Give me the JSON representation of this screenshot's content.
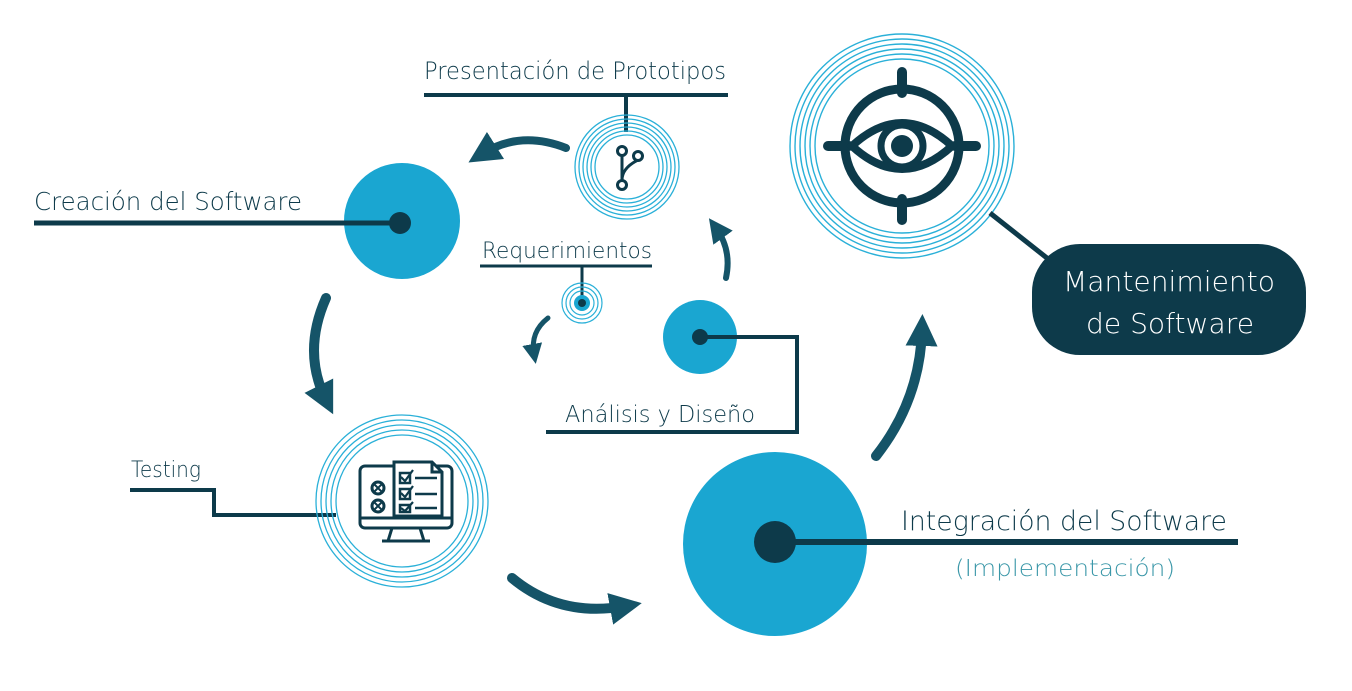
{
  "stages": {
    "presentacion": "Presentación de Prototipos",
    "creacion": "Creación del Software",
    "requerimientos": "Requerimientos",
    "analisis": "Análisis y Diseño",
    "testing": "Testing",
    "integracion": "Integración del Software",
    "integracion_sub": "(Implementación)",
    "mantenimiento_line1": "Mantenimiento",
    "mantenimiento_line2": "de Software"
  },
  "icons": {
    "prototipos": "git-branch-icon",
    "testing": "checklist-monitor-icon",
    "mantenimiento": "eye-target-icon"
  },
  "colors": {
    "cyan": "#1aa6d1",
    "navy": "#0d3a4a",
    "teal_arrow": "#155468",
    "ring": "#2ab0d8",
    "pill": "#0d3a4a",
    "sub_text": "#3a97a8"
  }
}
